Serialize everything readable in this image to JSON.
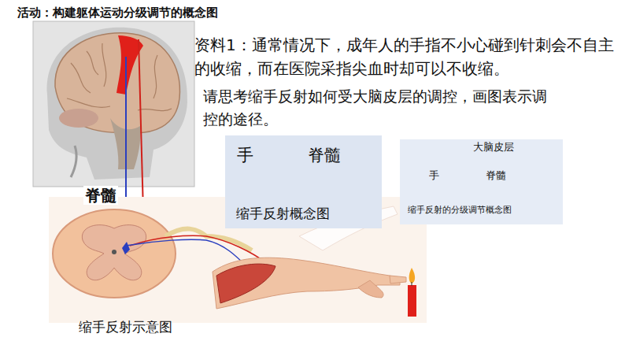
{
  "diagram": {
    "title": "活动：构建躯体运动分级调节的概念图",
    "nodes": [
      {
        "text": [
          "缩手反射概念图"
        ]
      },
      {
        "text": [
          "手"
        ],
        "in": 0
      },
      {
        "text": [
          "脊髓"
        ],
        "in": 0
      },
      {
        "text": [
          "缩手反射的分级调节概念图"
        ]
      },
      {
        "text": [
          "大脑皮层"
        ],
        "in": 3
      },
      {
        "text": [
          "手"
        ],
        "in": 3
      },
      {
        "text": [
          "脊髓"
        ],
        "in": 3
      }
    ],
    "edges": [
      {
        "from": 1,
        "to": 2,
        "arrow": "to"
      },
      {
        "from": 2,
        "to": 1,
        "arrow": "to"
      },
      {
        "from": 5,
        "to": 6,
        "arrow": "to"
      },
      {
        "from": 6,
        "to": 5,
        "arrow": "to"
      },
      {
        "from": 6,
        "to": 4,
        "arrow": "to"
      },
      {
        "from": 4,
        "to": 6,
        "arrow": "to"
      }
    ],
    "labels": [
      "资料1：通常情况下，成年人的手指不小心碰到针刺会不自主的收缩，而在医院采指尖血时却可以不收缩。",
      "请思考缩手反射如何受大脑皮层的调控，画图表示调控的途径。",
      "脊髓",
      "缩手反射示意图"
    ]
  }
}
